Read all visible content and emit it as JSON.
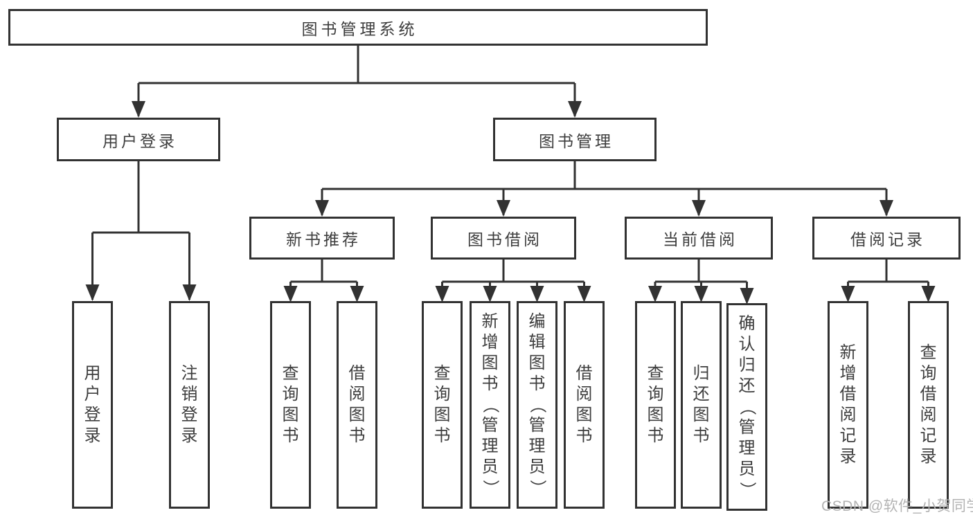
{
  "colors": {
    "line": "#323232",
    "box_border": "#323232",
    "text": "#3d3d3d",
    "background": "#ffffff",
    "watermark": "#b3b3b3"
  },
  "diagram_type": "hierarchy-tree",
  "tree": {
    "root": {
      "label": "图书管理系统"
    },
    "branches": [
      {
        "label": "用户登录",
        "children": [
          {
            "label": "用户登录"
          },
          {
            "label": "注销登录"
          }
        ]
      },
      {
        "label": "图书管理",
        "children": [
          {
            "label": "新书推荐",
            "children": [
              {
                "label": "查询图书"
              },
              {
                "label": "借阅图书"
              }
            ]
          },
          {
            "label": "图书借阅",
            "children": [
              {
                "label": "查询图书"
              },
              {
                "label": "新增图书（管理员）"
              },
              {
                "label": "编辑图书（管理员）"
              },
              {
                "label": "借阅图书"
              }
            ]
          },
          {
            "label": "当前借阅",
            "children": [
              {
                "label": "查询图书"
              },
              {
                "label": "归还图书"
              },
              {
                "label": "确认归还（管理员）"
              }
            ]
          },
          {
            "label": "借阅记录",
            "children": [
              {
                "label": "新增借阅记录"
              },
              {
                "label": "查询借阅记录"
              }
            ]
          }
        ]
      }
    ]
  },
  "watermark": {
    "text": "CSDN @软件_小贺同学"
  }
}
